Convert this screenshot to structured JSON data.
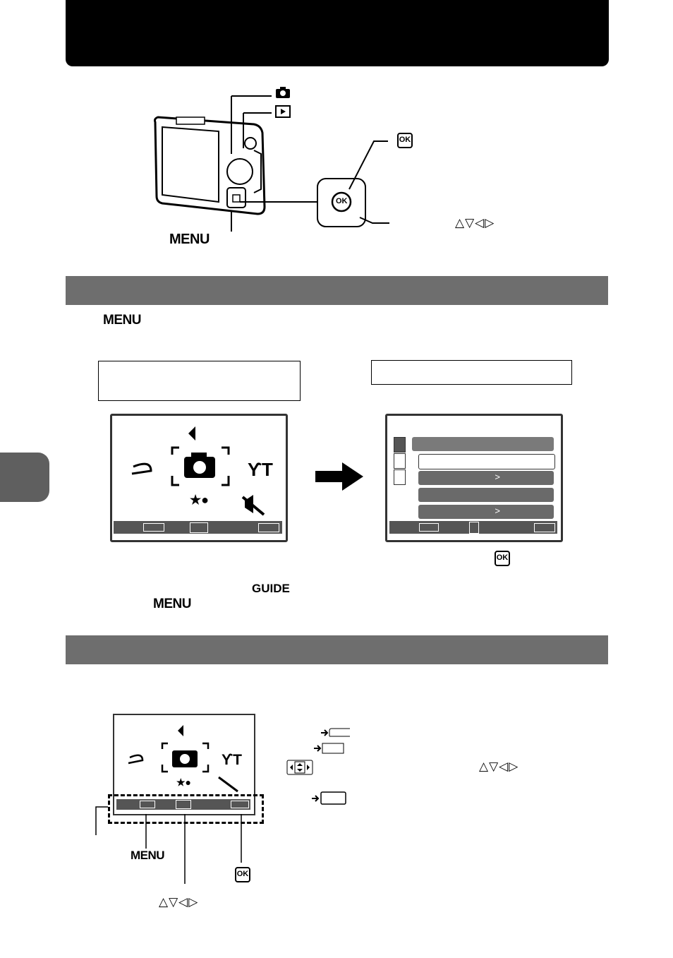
{
  "header": {
    "title": ""
  },
  "camera_labels": {
    "menu": "MENU",
    "ok": "OK",
    "arrows": "△▽◁▷"
  },
  "section1": {
    "menu_label": "MENU",
    "guide_label": "GUIDE",
    "menu_label_2": "MENU",
    "ok": "OK"
  },
  "section2": {
    "menu_label": "MENU",
    "ok": "OK",
    "arrows": "△▽◁▷",
    "arrows_2": "△▽◁▷"
  },
  "lcd_right": {
    "row_arrow_1": ">",
    "row_arrow_2": ">"
  },
  "colors": {
    "black": "#000000",
    "section_gray": "#6e6e6e",
    "tab_gray": "#5f5f5f"
  }
}
